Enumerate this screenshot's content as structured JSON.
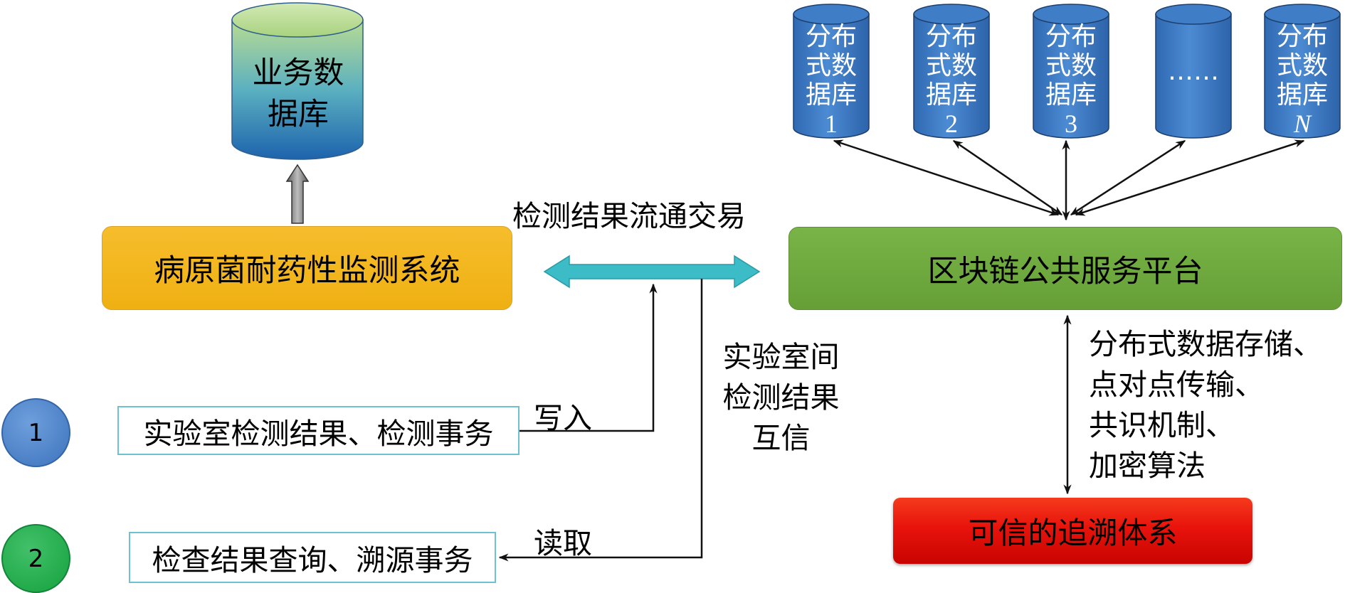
{
  "business_db": {
    "label_line1": "业务数",
    "label_line2": "据库"
  },
  "monitoring_system": {
    "label": "病原菌耐药性监测系统"
  },
  "blockchain_platform": {
    "label": "区块链公共服务平台"
  },
  "trace_system": {
    "label": "可信的追溯体系"
  },
  "flow_label": "检测结果流通交易",
  "mutual_trust_label": [
    "实验室间",
    "检测结果",
    "互信"
  ],
  "platform_features": [
    "分布式数据存储、",
    "点对点传输、",
    "共识机制、",
    "加密算法"
  ],
  "distributed_dbs": [
    {
      "line1": "分布",
      "line2": "式数",
      "line3": "据库",
      "index": "1"
    },
    {
      "line1": "分布",
      "line2": "式数",
      "line3": "据库",
      "index": "2"
    },
    {
      "line1": "分布",
      "line2": "式数",
      "line3": "据库",
      "index": "3"
    },
    {
      "line1": "……",
      "line2": "",
      "line3": "",
      "index": ""
    },
    {
      "line1": "分布",
      "line2": "式数",
      "line3": "据库",
      "index": "N"
    }
  ],
  "steps": [
    {
      "number": "1",
      "label": "实验室检测结果、检测事务",
      "action": "写入"
    },
    {
      "number": "2",
      "label": "检查结果查询、溯源事务",
      "action": "读取"
    }
  ],
  "colors": {
    "cylinder_blue": "#3a78c3",
    "business_db_top": "#b9db92",
    "business_db_bottom": "#1d63ad",
    "system_box": "#f2b51c",
    "platform_box": "#6ea83f",
    "trace_box": "#e8130c",
    "flow_arrow": "#3bbcc6"
  }
}
